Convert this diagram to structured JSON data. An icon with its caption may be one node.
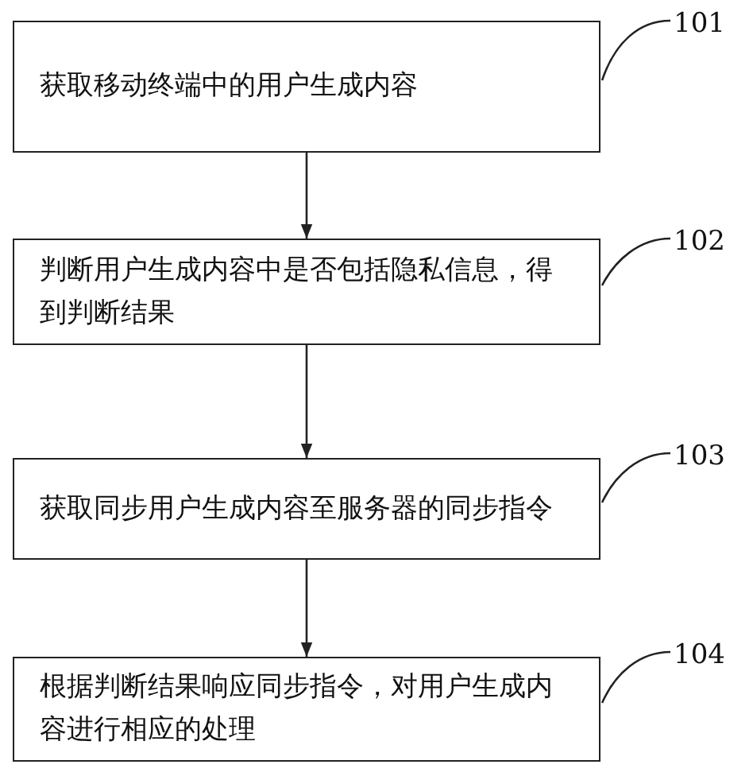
{
  "diagram": {
    "nodes": [
      {
        "text": [
          "获取移动终端中的用户生成内容"
        ]
      },
      {
        "text": [
          "判断用户生成内容中是否包括隐私信息，得到判断结果"
        ]
      },
      {
        "text": [
          "获取同步用户生成内容至服务器的同步指令"
        ]
      },
      {
        "text": [
          "根据判断结果响应同步指令，对用户生成内容进行相应的处理"
        ]
      },
      {
        "text": [
          "101"
        ]
      },
      {
        "text": [
          "102"
        ]
      },
      {
        "text": [
          "103"
        ]
      },
      {
        "text": [
          "104"
        ]
      }
    ],
    "edges": [
      {
        "from": 0,
        "to": 1,
        "arrow": "to"
      },
      {
        "from": 1,
        "to": 2,
        "arrow": "to"
      },
      {
        "from": 2,
        "to": 3,
        "arrow": "to"
      },
      {
        "from": 4,
        "to": 0,
        "arrow": "none"
      },
      {
        "from": 5,
        "to": 1,
        "arrow": "none"
      },
      {
        "from": 6,
        "to": 2,
        "arrow": "none"
      },
      {
        "from": 7,
        "to": 3,
        "arrow": "none"
      }
    ]
  }
}
